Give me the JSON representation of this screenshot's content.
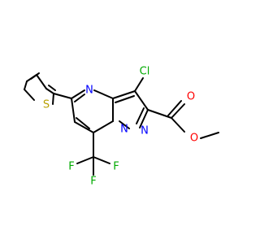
{
  "molecule": {
    "colors": {
      "bond": "#000000",
      "carbon": "#000000",
      "nitrogen": "#0000FF",
      "oxygen": "#FF0000",
      "sulfur": "#B8A000",
      "chlorine": "#00AA00",
      "fluorine": "#00AA00"
    },
    "atoms": {
      "cl": "Cl",
      "n_ring_top": "N",
      "n_bridge": "N",
      "n_pyrazole": "N",
      "o_carbonyl": "O",
      "o_ester": "O",
      "s_thiophene": "S",
      "f_left": "F",
      "f_right": "F",
      "f_bottom": "F"
    }
  }
}
